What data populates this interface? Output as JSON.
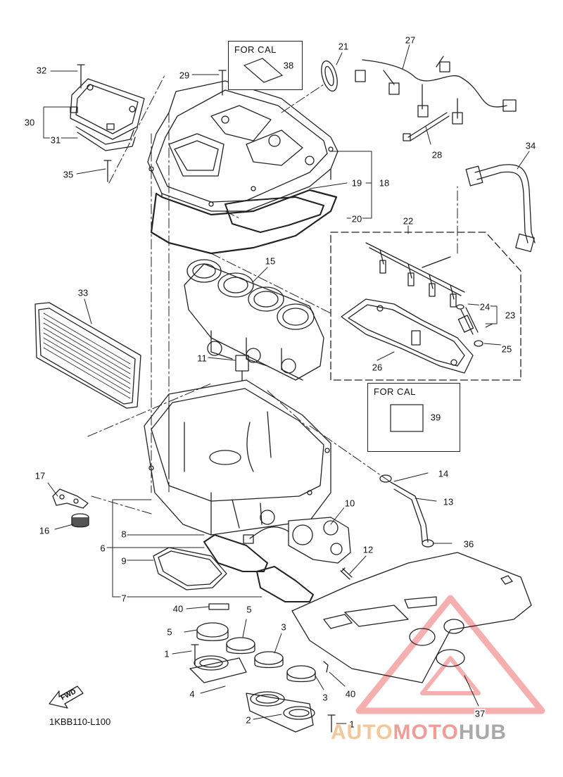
{
  "diagram_code": "1KBB110-L100",
  "fwd_label": "FWD",
  "cal_box_top": "FOR CAL",
  "cal_box_bottom": "FOR CAL",
  "watermark": {
    "part1": "AUTO",
    "part2": "MOTO",
    "part3": "HUB"
  },
  "callouts": {
    "c32": "32",
    "c30": "30",
    "c31": "31",
    "c35": "35",
    "c29": "29",
    "c38": "38",
    "c21": "21",
    "c27": "27",
    "c28": "28",
    "c34": "34",
    "c19": "19",
    "c18": "18",
    "c20": "20",
    "c22": "22",
    "c15": "15",
    "c33": "33",
    "c24": "24",
    "c23": "23",
    "c25": "25",
    "c26": "26",
    "c11": "11",
    "c39": "39",
    "c17": "17",
    "c14": "14",
    "c16": "16",
    "c13": "13",
    "c10": "10",
    "c8": "8",
    "c6": "6",
    "c9": "9",
    "c12": "12",
    "c36": "36",
    "c7": "7",
    "c40a": "40",
    "c5a": "5",
    "c5b": "5",
    "c3a": "3",
    "c1a": "1",
    "c3b": "3",
    "c40b": "40",
    "c4": "4",
    "c2": "2",
    "c1b": "1",
    "c37": "37"
  },
  "colors": {
    "line": "#222222",
    "watermark_red": "#ee6e6e"
  }
}
